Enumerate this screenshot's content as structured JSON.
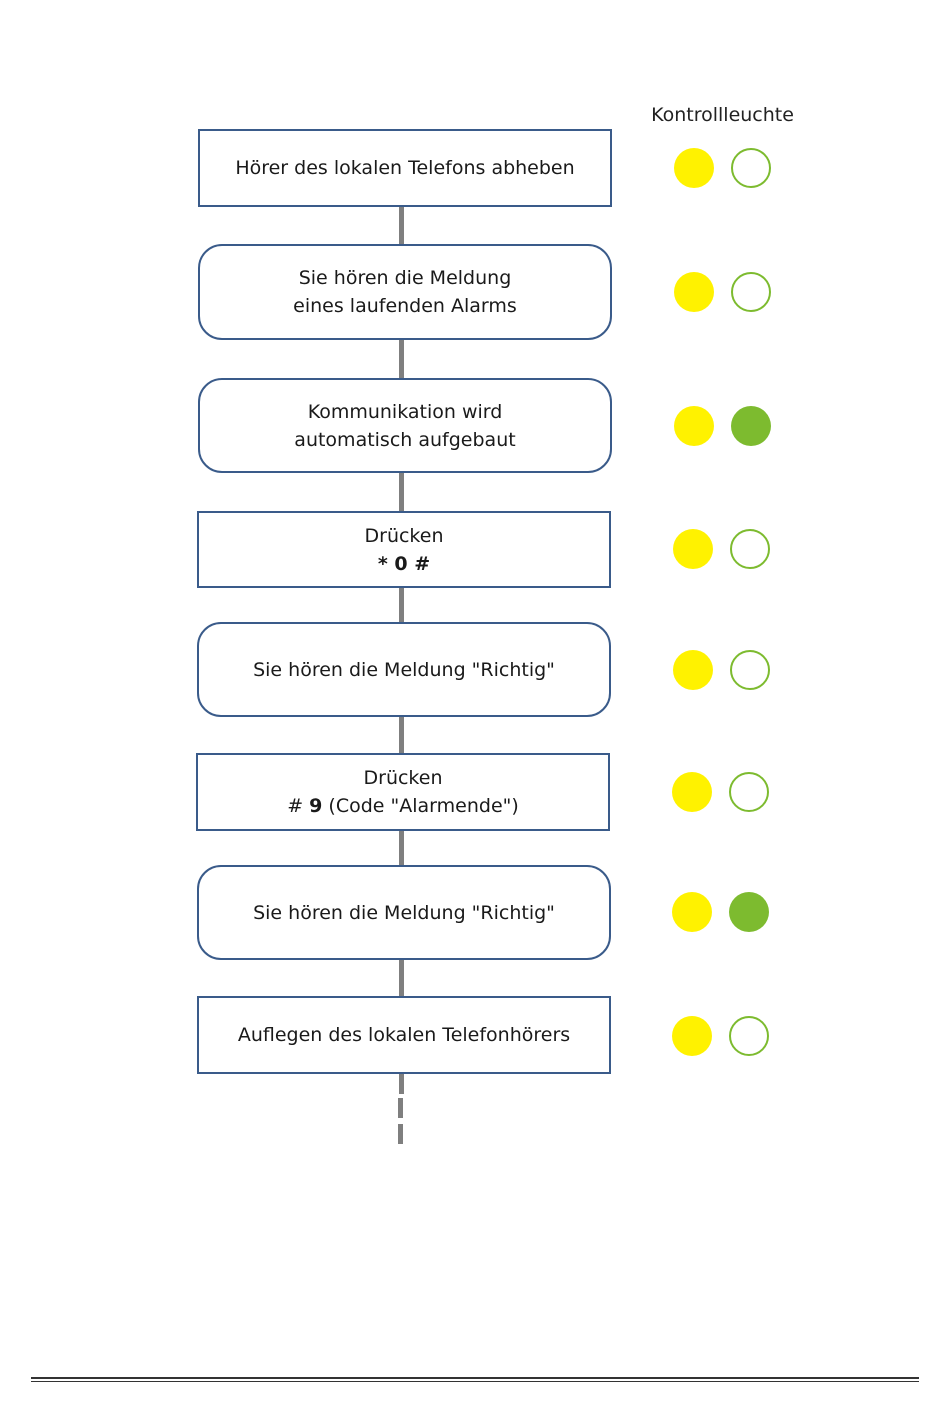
{
  "legend": {
    "title": "Kontrollleuchte"
  },
  "colors": {
    "box_border": "#3a5b8a",
    "connector": "#7f7f7f",
    "yellow": "#fff200",
    "green": "#7dbb2f"
  },
  "steps": [
    {
      "line1": "Hörer des lokalen Telefons abheben",
      "line2": "",
      "lights": {
        "yellow": "on",
        "green": "off"
      }
    },
    {
      "line1": "Sie hören die Meldung",
      "line2": "eines laufenden Alarms",
      "lights": {
        "yellow": "on",
        "green": "off"
      }
    },
    {
      "line1": "Kommunikation wird",
      "line2": "automatisch aufgebaut",
      "lights": {
        "yellow": "on",
        "green": "on"
      }
    },
    {
      "line1": "Drücken",
      "line2": "* 0 #",
      "lights": {
        "yellow": "on",
        "green": "off"
      }
    },
    {
      "line1": "Sie hören die Meldung \"Richtig\"",
      "line2": "",
      "lights": {
        "yellow": "on",
        "green": "off"
      }
    },
    {
      "line1": "Drücken",
      "line2_prefix": "# ",
      "line2_bold": "9",
      "line2_suffix": " (Code \"Alarmende\")",
      "lights": {
        "yellow": "on",
        "green": "off"
      }
    },
    {
      "line1": "Sie hören die Meldung \"Richtig\"",
      "line2": "",
      "lights": {
        "yellow": "on",
        "green": "on"
      }
    },
    {
      "line1": "Auflegen des lokalen Telefonhörers",
      "line2": "",
      "lights": {
        "yellow": "on",
        "green": "off"
      }
    }
  ]
}
